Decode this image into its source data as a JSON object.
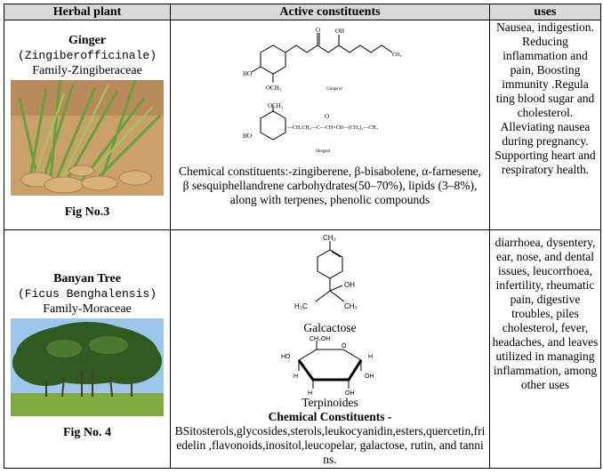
{
  "headers": [
    "Herbal plant",
    "Active constituents",
    "uses"
  ],
  "rows": [
    {
      "plant_name": "Ginger",
      "scientific": "(Zingiberofficinale)",
      "family": "Family-Zingiberaceae",
      "figure": "Fig No.3",
      "structure_labels": [
        "Gingerol",
        "Shogaol"
      ],
      "chem_text": "Chemical constituents:-zingiberene, β-bisabolene, α-farnesene, β sesquiphellandrene carbohydrates(50–70%), lipids (3–8%), along with terpenes, phenolic compounds",
      "uses": "Nausea, indigestion. Reducing inflammation and pain, Boosting immunity .Regula ting blood sugar and cholesterol. Alleviating nausea during pregnancy. Supporting heart and respiratory health."
    },
    {
      "plant_name": "Banyan Tree",
      "scientific": "(Ficus Benghalensis)",
      "family": "Family-Moraceae",
      "figure": "Fig No. 4",
      "structure_labels": [
        "Galcactose",
        "Terpinoides"
      ],
      "chem_heading": "Chemical Constituents -",
      "chem_text": "BSitosterols,glycosides,sterols,leukocyanidin,esters,quercetin,friedelin ,flavonoids,inositol,leucopelar, galactose, rutin, and tannins.",
      "uses": "diarrhoea, dysentery, ear, nose, and dental issues, leucorrhoea, infertility, rheumatic pain, digestive troubles, piles cholesterol, fever, headaches, and leaves utilized in managing inflammation, among other uses"
    }
  ],
  "colors": {
    "header_bg": "#d9d9d9",
    "border": "#000000"
  },
  "images": [
    "ginger-photo",
    "banyan-tree-photo"
  ]
}
